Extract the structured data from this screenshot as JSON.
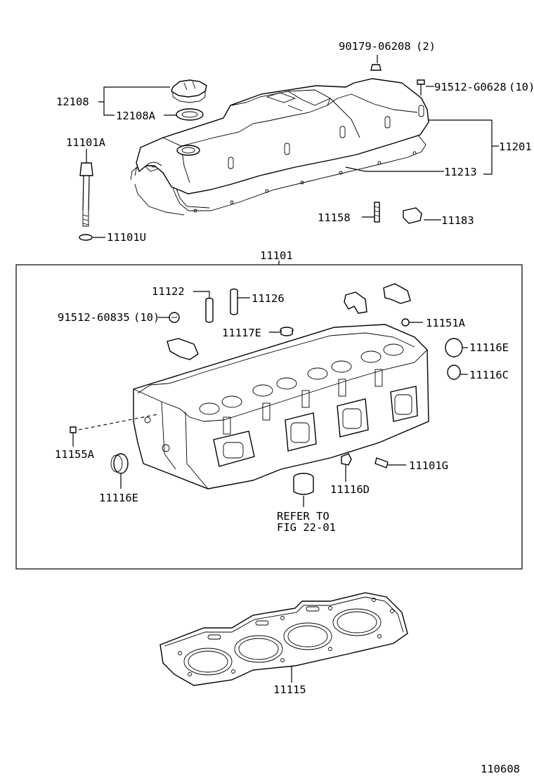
{
  "labels": {
    "p90179": "90179-06208",
    "p90179_qty": "(2)",
    "p91512_g0628": "91512-G0628",
    "p91512_g0628_qty": "(10)",
    "p12108": "12108",
    "p12108a": "12108A",
    "p11201": "11201",
    "p11101a": "11101A",
    "p11213": "11213",
    "p11158": "11158",
    "p11183": "11183",
    "p11101u": "11101U",
    "p11101": "11101",
    "p11122": "11122",
    "p11126": "11126",
    "p91512_60835": "91512-60835",
    "p91512_60835_qty": "(10)",
    "p11117e": "11117E",
    "p11151a": "11151A",
    "p11116e_right": "11116E",
    "p11116c": "11116C",
    "p11155a": "11155A",
    "p11101g": "11101G",
    "p11116e_left": "11116E",
    "p11116d": "11116D",
    "refer_line1": "REFER TO",
    "refer_line2": "FIG 22-01",
    "p11115": "11115"
  },
  "figure_number": "110608"
}
